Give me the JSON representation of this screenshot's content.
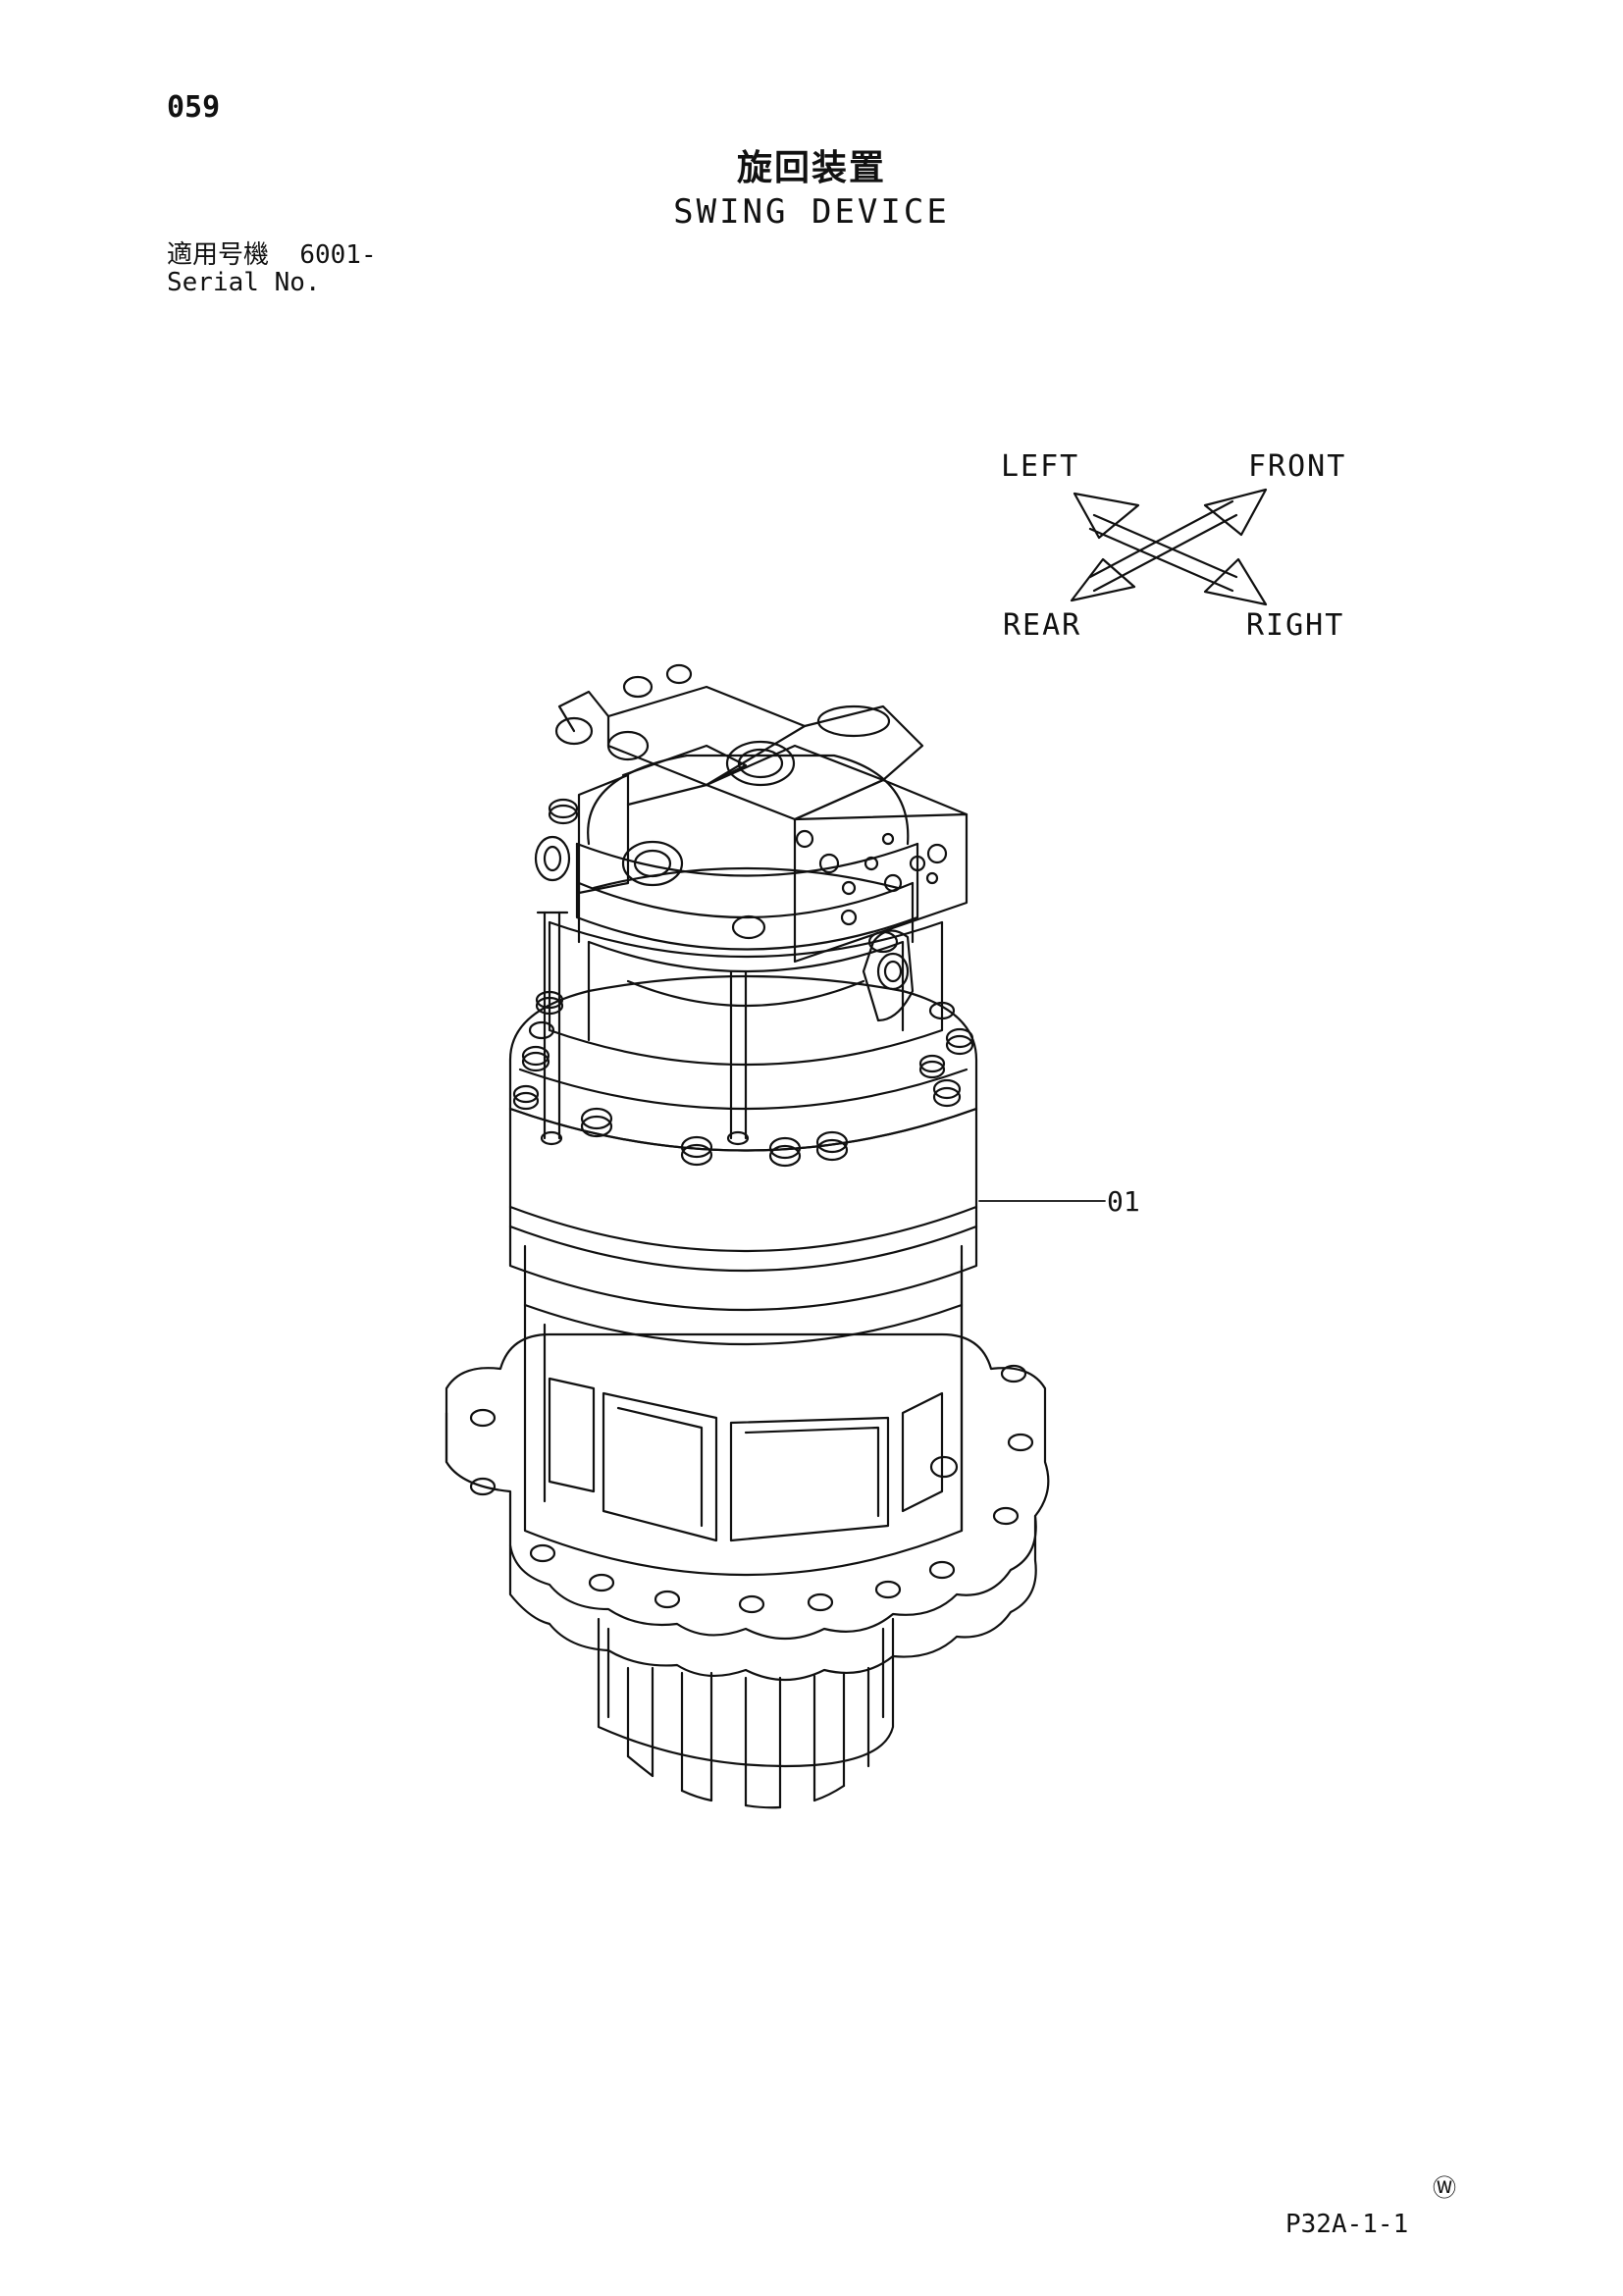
{
  "page_number": "059",
  "title_japanese": "旋回装置",
  "title_english": "SWING DEVICE",
  "serial": {
    "label_japanese": "適用号機",
    "value": "6001-",
    "label_english": "Serial No."
  },
  "orientation": {
    "left": "LEFT",
    "front": "FRONT",
    "rear": "REAR",
    "right": "RIGHT"
  },
  "callouts": [
    {
      "label": "01"
    }
  ],
  "manufacturer_mark": "Ⓦ",
  "figure_code": "P32A-1-1"
}
